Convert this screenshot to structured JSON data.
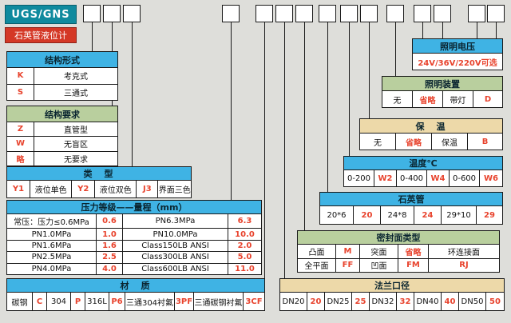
{
  "header": {
    "series": "UGS/GNS",
    "product": "石英管液位计"
  },
  "colors": {
    "brand_teal": "#0F8A9E",
    "product_red": "#D43826",
    "header_blue": "#3FB3E4",
    "header_green": "#B9CF9E",
    "header_tan": "#EDD9A9",
    "code_red": "#E8432D"
  },
  "tables": {
    "structure_form": {
      "title": "结构形式",
      "rows": [
        [
          "K",
          "考克式"
        ],
        [
          "S",
          "三通式"
        ]
      ]
    },
    "structure_req": {
      "title": "结构要求",
      "rows": [
        [
          "Z",
          "直管型"
        ],
        [
          "W",
          "无盲区"
        ],
        [
          "略",
          "无要求"
        ]
      ]
    },
    "type": {
      "title": "类　型",
      "cells": [
        "Y1",
        "液位单色",
        "Y2",
        "液位双色",
        "J3",
        "界面三色"
      ]
    },
    "pressure": {
      "title": "压力等级——量程（mm）",
      "rows": [
        [
          "常压：压力≤0.6MPa",
          "0.6",
          "PN6.3MPa",
          "6.3"
        ],
        [
          "PN1.0MPa",
          "1.0",
          "PN10.0MPa",
          "10.0"
        ],
        [
          "PN1.6MPa",
          "1.6",
          "Class150LB ANSI",
          "2.0"
        ],
        [
          "PN2.5MPa",
          "2.5",
          "Class300LB ANSI",
          "5.0"
        ],
        [
          "PN4.0MPa",
          "4.0",
          "Class600LB ANSI",
          "11.0"
        ]
      ]
    },
    "material": {
      "title": "材　质",
      "cells": [
        "碳钢",
        "C",
        "304",
        "P",
        "316L",
        "P6",
        "三通304衬氟",
        "3PF",
        "三通碳钢衬氟",
        "3CF"
      ]
    },
    "voltage": {
      "title": "照明电压",
      "value": "24V/36V/220V可选"
    },
    "lighting": {
      "title": "照明装置",
      "cells": [
        "无",
        "省略",
        "带灯",
        "D"
      ]
    },
    "insulation": {
      "title": "保　温",
      "cells": [
        "无",
        "省略",
        "保温",
        "B"
      ]
    },
    "temperature": {
      "title": "温度℃",
      "cells": [
        "0-200",
        "W2",
        "0-400",
        "W4",
        "0-600",
        "W6"
      ]
    },
    "quartz": {
      "title": "石英管",
      "cells": [
        "20*6",
        "20",
        "24*8",
        "24",
        "29*10",
        "29"
      ]
    },
    "seal": {
      "title": "密封面类型",
      "rows": [
        [
          "凸面",
          "M",
          "突面",
          "省略",
          "环连接面"
        ],
        [
          "全平面",
          "FF",
          "凹面",
          "FM",
          "RJ"
        ]
      ]
    },
    "flange": {
      "title": "法兰口径",
      "cells": [
        "DN20",
        "20",
        "DN25",
        "25",
        "DN32",
        "32",
        "DN40",
        "40",
        "DN50",
        "50"
      ]
    }
  }
}
